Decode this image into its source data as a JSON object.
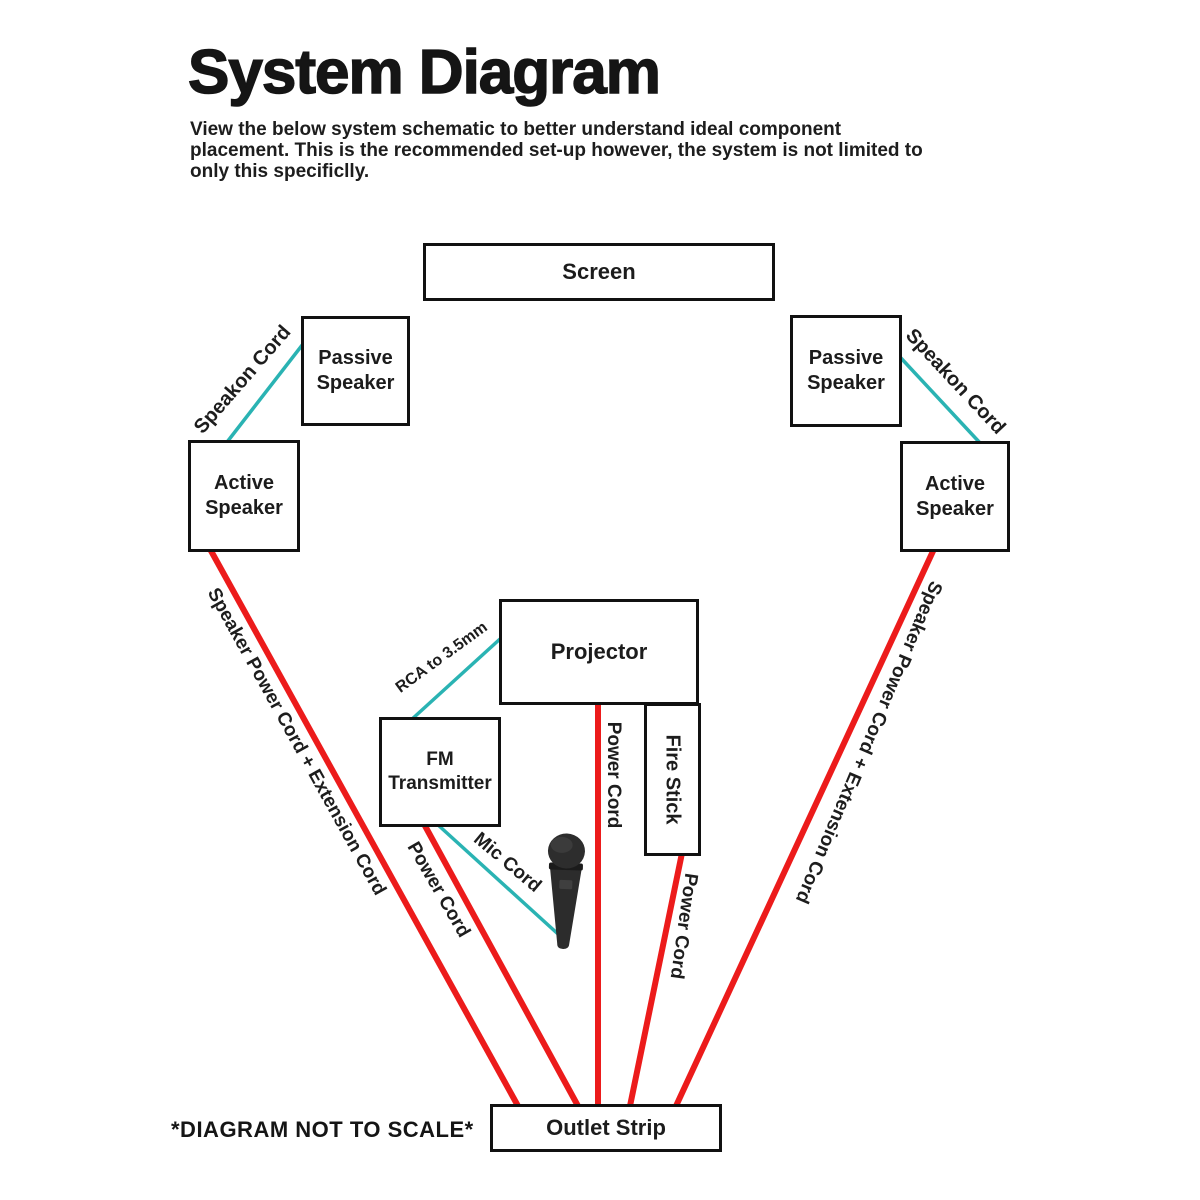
{
  "title": "System Diagram",
  "subtitle": {
    "line1": "View the below system schematic to better understand ideal component",
    "line2": "placement. This is the recommended set-up however, the system is not limited to",
    "line3": "only this specificlly."
  },
  "footer_note": "*DIAGRAM NOT TO SCALE*",
  "nodes": {
    "screen": {
      "label": "Screen"
    },
    "passive_left": {
      "label": "Passive Speaker"
    },
    "passive_right": {
      "label": "Passive Speaker"
    },
    "active_left": {
      "label": "Active Speaker"
    },
    "active_right": {
      "label": "Active Speaker"
    },
    "projector": {
      "label": "Projector"
    },
    "fm_transmitter": {
      "label": "FM Transmitter"
    },
    "fire_stick": {
      "label": "Fire Stick"
    },
    "outlet_strip": {
      "label": "Outlet Strip"
    }
  },
  "cable_labels": {
    "speakon_left": "Speakon Cord",
    "speakon_right": "Speakon Cord",
    "speaker_power_left": "Speaker Power Cord + Extension Cord",
    "speaker_power_right": "Speaker Power Cord + Extension Cord",
    "rca_to_35mm": "RCA to 3.5mm",
    "power_fm": "Power Cord",
    "power_projector": "Power Cord",
    "power_fire_stick": "Power Cord",
    "mic_cord": "Mic Cord"
  },
  "icons": {
    "microphone": "handheld-dynamic-microphone"
  },
  "colors": {
    "power_cable": "#ec1b1b",
    "signal_cable": "#2ab3b3",
    "box_border": "#111111",
    "text": "#1d1d1d",
    "background": "#ffffff"
  }
}
